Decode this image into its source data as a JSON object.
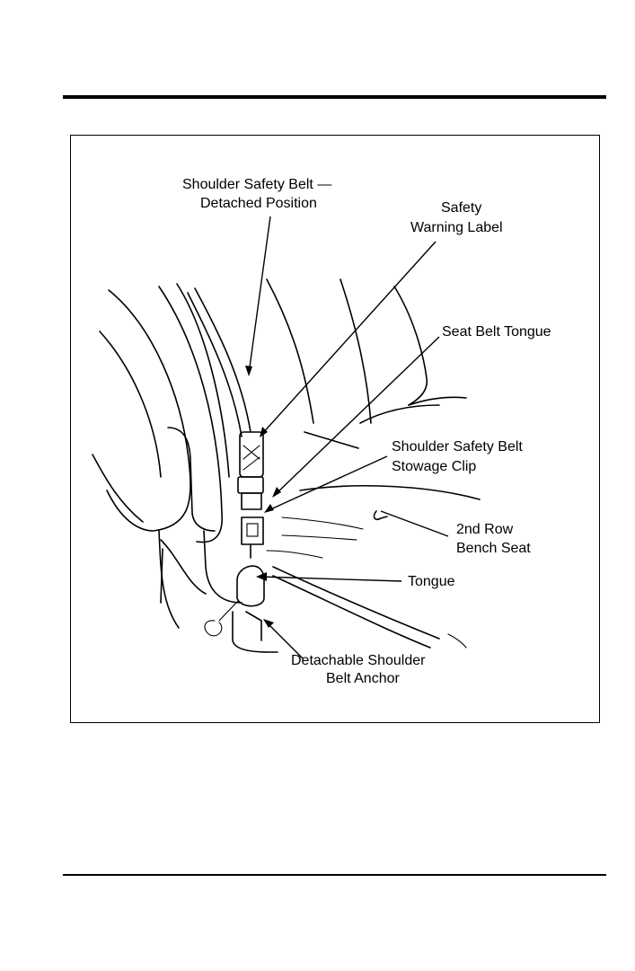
{
  "figure": {
    "labels": {
      "shoulder_belt_detached_line1": "Shoulder Safety Belt —",
      "shoulder_belt_detached_line2": "Detached Position",
      "safety_warning_line1": "Safety",
      "safety_warning_line2": "Warning Label",
      "seat_belt_tongue": "Seat Belt Tongue",
      "stowage_clip_line1": "Shoulder Safety Belt",
      "stowage_clip_line2": "Stowage Clip",
      "bench_seat_line1": "2nd Row",
      "bench_seat_line2": "Bench Seat",
      "tongue": "Tongue",
      "anchor_line1": "Detachable Shoulder",
      "anchor_line2": "Belt Anchor"
    }
  }
}
